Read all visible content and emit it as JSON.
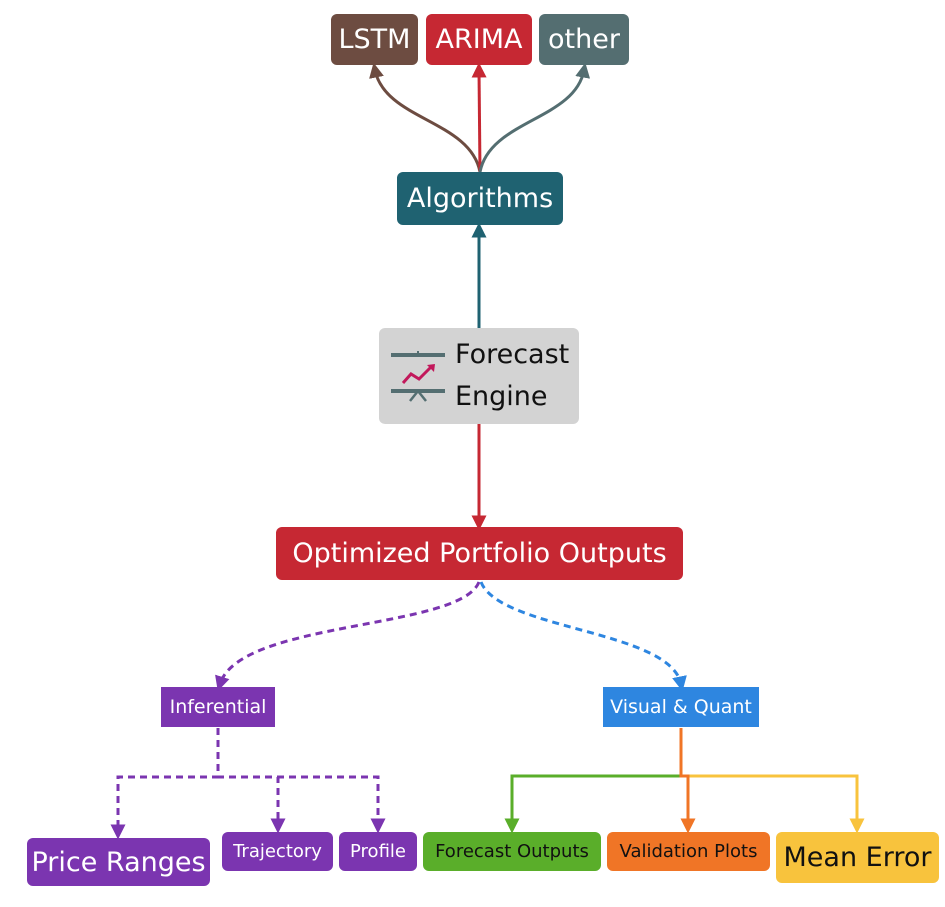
{
  "nodes": {
    "lstm": {
      "label": "LSTM",
      "color": "#6d4c41"
    },
    "arima": {
      "label": "ARIMA",
      "color": "#c62833"
    },
    "other": {
      "label": "other",
      "color": "#546e71"
    },
    "algorithms": {
      "label": "Algorithms",
      "color": "#1f6271"
    },
    "engine": {
      "line1": "Forecast",
      "line2": "Engine",
      "color": "#d3d3d3",
      "icon": "presentation-chart-icon"
    },
    "outputs": {
      "label": "Optimized Portfolio Outputs",
      "color": "#c62833"
    },
    "inferential": {
      "label": "Inferential",
      "color": "#7b35b0"
    },
    "visual_quant": {
      "label": "Visual & Quant",
      "color": "#2e86e0"
    },
    "price_ranges": {
      "label": "Price Ranges",
      "color": "#7b35b0"
    },
    "trajectory": {
      "label": "Trajectory",
      "color": "#7b35b0"
    },
    "profile": {
      "label": "Profile",
      "color": "#7b35b0"
    },
    "forecast_outputs": {
      "label": "Forecast Outputs",
      "color": "#5aae2a"
    },
    "validation_plots": {
      "label": "Validation Plots",
      "color": "#f07526"
    },
    "mean_error": {
      "label": "Mean Error",
      "color": "#f8c33d"
    }
  },
  "edge_colors": {
    "lstm": "#6d4c41",
    "arima": "#c62833",
    "other": "#546e71",
    "algorithms": "#1f6271",
    "outputs": "#c62833",
    "inferential": "#7b35b0",
    "visual_quant": "#2e86e0",
    "green": "#5aae2a",
    "orange": "#f07526",
    "yellow": "#f8c33d"
  }
}
